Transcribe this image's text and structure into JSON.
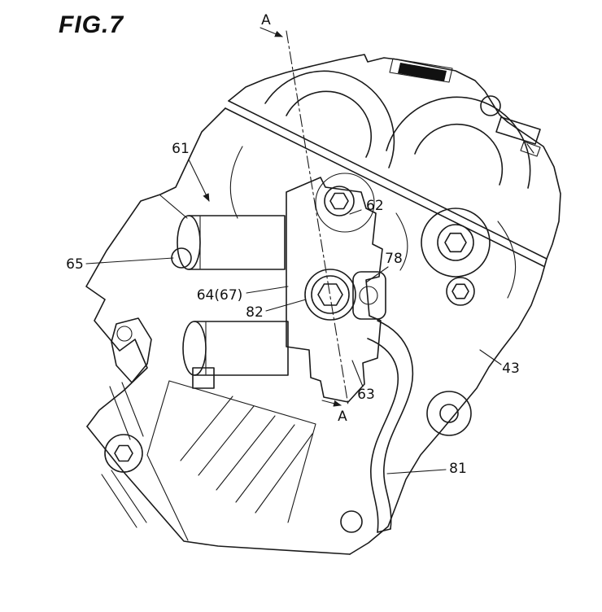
{
  "figure": {
    "title": "FIG.7",
    "section_label": "A"
  },
  "labels": [
    {
      "id": "61"
    },
    {
      "id": "62"
    },
    {
      "id": "65"
    },
    {
      "id": "64(67)"
    },
    {
      "id": "82"
    },
    {
      "id": "78"
    },
    {
      "id": "63"
    },
    {
      "id": "43"
    },
    {
      "id": "81"
    }
  ],
  "colors": {
    "ink": "#1a1a1a",
    "background": "#ffffff"
  }
}
